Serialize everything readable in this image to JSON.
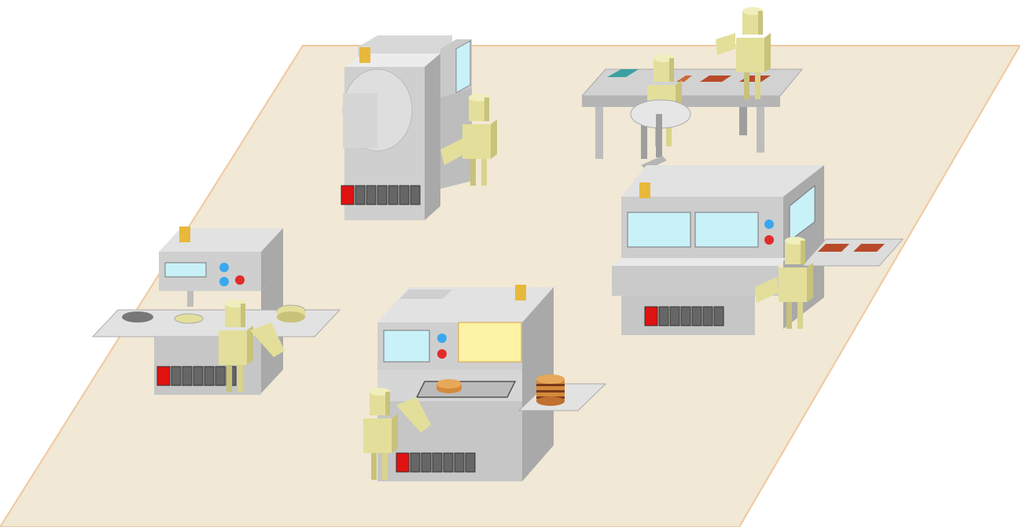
{
  "scene": {
    "description_visible_text": "",
    "colors": {
      "floor": "#f1e8d5",
      "floor_edge": "#f0c8a0",
      "machine_front": "#c9c9c9",
      "machine_side": "#a9a9a9",
      "machine_top": "#e2e2e2",
      "screen": "#c9f1f8",
      "screen_yellow": "#fdf3a4",
      "worker": "#e3df9a",
      "worker_dark": "#c8c27a",
      "worker_light": "#f0eebc",
      "button_blue": "#3aa8ee",
      "button_red": "#e12b2b",
      "panel_red": "#e11212",
      "panel_dark": "#666666",
      "beacon": "#e8b83a",
      "cake": "#d38a3a",
      "cake_dark": "#7a3a1a"
    },
    "stations": [
      {
        "name": "press-station",
        "icon": "press-machine-icon"
      },
      {
        "name": "assembly-table",
        "icon": "workbench-icon"
      },
      {
        "name": "conveyor-oven",
        "icon": "oven-machine-icon"
      },
      {
        "name": "mixer-station",
        "icon": "mixer-machine-icon"
      },
      {
        "name": "bake-station",
        "icon": "bake-machine-icon"
      }
    ]
  }
}
